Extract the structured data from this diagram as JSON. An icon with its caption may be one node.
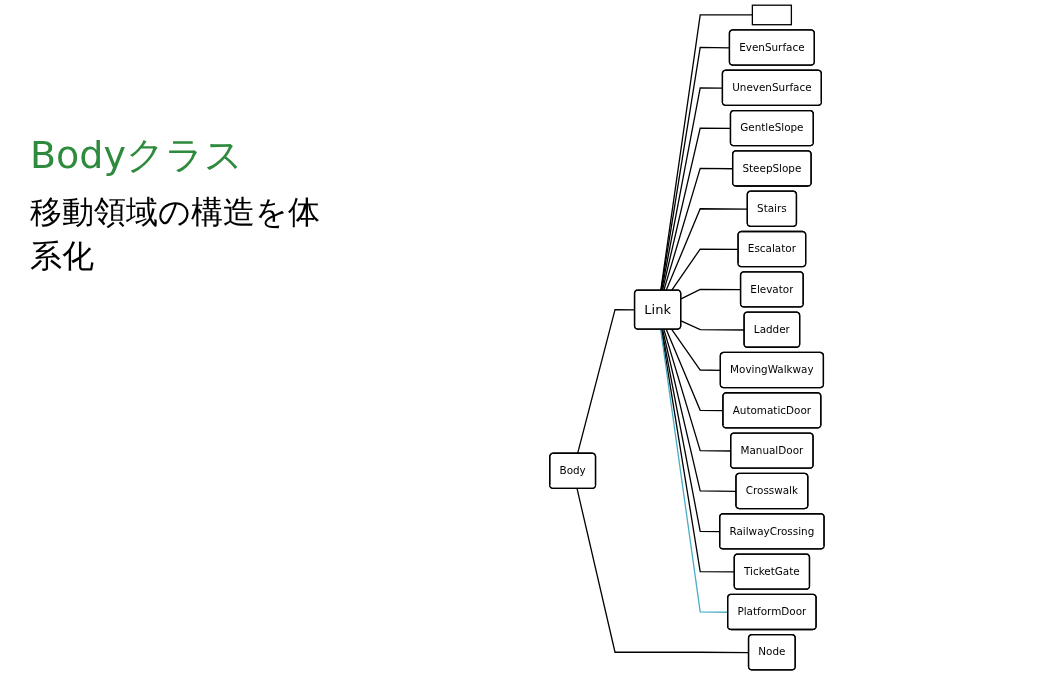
{
  "diagram": {
    "title": "Bodyクラス",
    "nodes": [
      {
        "text": [
          "Body"
        ]
      },
      {
        "text": [
          "Link"
        ]
      },
      {
        "text": [
          "Node"
        ]
      },
      {
        "text": [],
        "shape": "box"
      },
      {
        "text": [
          "EvenSurface"
        ]
      },
      {
        "text": [
          "UnevenSurface"
        ]
      },
      {
        "text": [
          "GentleSlope"
        ]
      },
      {
        "text": [
          "SteepSlope"
        ]
      },
      {
        "text": [
          "Stairs"
        ]
      },
      {
        "text": [
          "Escalator"
        ]
      },
      {
        "text": [
          "Elevator"
        ]
      },
      {
        "text": [
          "Ladder"
        ]
      },
      {
        "text": [
          "MovingWalkway"
        ]
      },
      {
        "text": [
          "AutomaticDoor"
        ]
      },
      {
        "text": [
          "ManualDoor"
        ]
      },
      {
        "text": [
          "Crosswalk"
        ]
      },
      {
        "text": [
          "RailwayCrossing"
        ]
      },
      {
        "text": [
          "TicketGate"
        ]
      },
      {
        "text": [
          "PlatformDoor"
        ]
      }
    ],
    "edges": [
      {
        "from": 0,
        "to": 1,
        "arrow": "none"
      },
      {
        "from": 0,
        "to": 2,
        "arrow": "none"
      },
      {
        "from": 1,
        "to": 3,
        "arrow": "none"
      },
      {
        "from": 1,
        "to": 4,
        "arrow": "none"
      },
      {
        "from": 1,
        "to": 5,
        "arrow": "none"
      },
      {
        "from": 1,
        "to": 6,
        "arrow": "none"
      },
      {
        "from": 1,
        "to": 7,
        "arrow": "none"
      },
      {
        "from": 1,
        "to": 8,
        "arrow": "none"
      },
      {
        "from": 1,
        "to": 9,
        "arrow": "none"
      },
      {
        "from": 1,
        "to": 10,
        "arrow": "none"
      },
      {
        "from": 1,
        "to": 11,
        "arrow": "none"
      },
      {
        "from": 1,
        "to": 12,
        "arrow": "none"
      },
      {
        "from": 1,
        "to": 13,
        "arrow": "none"
      },
      {
        "from": 1,
        "to": 14,
        "arrow": "none"
      },
      {
        "from": 1,
        "to": 15,
        "arrow": "none"
      },
      {
        "from": 1,
        "to": 16,
        "arrow": "none"
      },
      {
        "from": 1,
        "to": 17,
        "arrow": "none"
      },
      {
        "from": 1,
        "to": 18,
        "arrow": "none",
        "color": "#4bacc6"
      }
    ],
    "labels": [
      "移動領域の構造を体系化"
    ]
  }
}
